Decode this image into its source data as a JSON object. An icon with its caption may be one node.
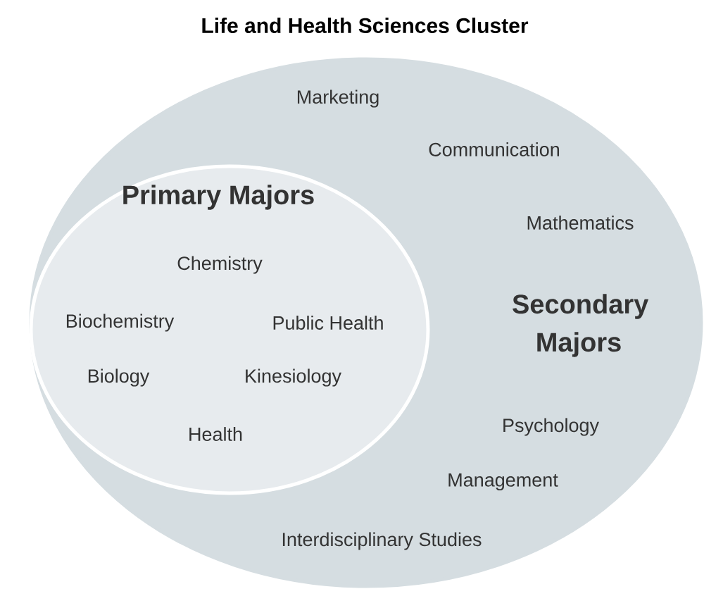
{
  "diagram": {
    "title": "Life and Health Sciences Cluster",
    "nodes": [
      {
        "text": [
          "Secondary Majors",
          "Marketing",
          "Communication",
          "Mathematics",
          "Psychology",
          "Management",
          "Interdisciplinary Studies"
        ]
      },
      {
        "text": [
          "Primary Majors",
          "Chemistry",
          "Biochemistry",
          "Public Health",
          "Biology",
          "Kinesiology",
          "Health"
        ],
        "in": 0
      }
    ]
  }
}
